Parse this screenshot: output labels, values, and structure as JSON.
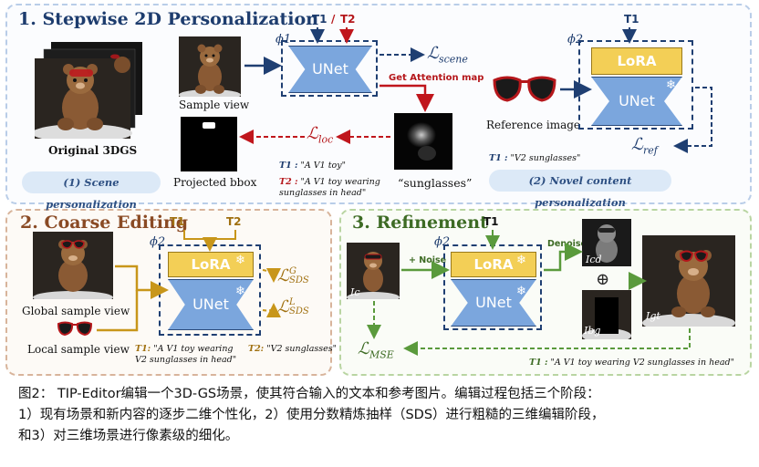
{
  "panel1": {
    "title": "1. Stepwise 2D Personalization",
    "original_label": "Original 3DGS",
    "sample_view": "Sample view",
    "projected_bbox": "Projected bbox",
    "scene_pill": "(1) Scene personalization",
    "novel_pill": "(2) Novel content personalization",
    "phi1": "ϕ1",
    "phi2": "ϕ2",
    "t1": "T1",
    "t2": "T2",
    "slash": "/",
    "unet": "UNet",
    "lora": "LoRA",
    "loss_scene": "scene",
    "loss_loc": "loc",
    "loss_ref": "ref",
    "attention": "Get Attention map",
    "sunglasses_word": "“sunglasses”",
    "reference_image": "Reference image",
    "t1_prompt_key": "T1 :",
    "t1_prompt": "\"A V1 toy\"",
    "t2_prompt_key": "T2 :",
    "t2_prompt": "\"A V1 toy wearing sunglasses in head\"",
    "ref_prompt_key": "T1 :",
    "ref_prompt": "\"V2 sunglasses\""
  },
  "panel2": {
    "title": "2. Coarse Editing",
    "global_view": "Global sample view",
    "local_view": "Local sample view",
    "phi2": "ϕ2",
    "t1": "T1",
    "t2": "T2",
    "lora": "LoRA",
    "unet": "UNet",
    "loss_g_sup": "G",
    "loss_l_sup": "L",
    "loss_sub": "SDS",
    "t1_prompt_key": "T1:",
    "t1_prompt": "\"A V1 toy wearing V2 sunglasses in head\"",
    "t2_prompt_key": "T2:",
    "t2_prompt": "\"V2 sunglasses\""
  },
  "panel3": {
    "title": "3. Refinement",
    "noise": "+ Noise",
    "denoise": "Denoise",
    "phi2": "ϕ2",
    "t1": "T1",
    "lora": "LoRA",
    "unet": "UNet",
    "ic": "Ic",
    "icd": "Icd",
    "ibg": "Ibg",
    "igt": "Igt",
    "loss_mse": "MSE",
    "oplus": "⊕",
    "t1_prompt_key": "T1 :",
    "t1_prompt": "\"A V1 toy wearing V2 sunglasses in head\""
  },
  "caption": {
    "line1": "图2： TIP-Editor编辑一个3D-GS场景，使其符合输入的文本和参考图片。编辑过程包括三个阶段：",
    "line2": "1）现有场景和新内容的逐步二维个性化，2）使用分数精炼抽样（SDS）进行粗糙的三维编辑阶段，",
    "line3": "和3）对三维场景进行像素级的细化。"
  },
  "colors": {
    "panel1_border": "#b9cde8",
    "panel2_border": "#d8b49b",
    "panel3_border": "#b9d5a2",
    "unet_fill": "#7ba6dd",
    "lora_fill": "#f3cf56",
    "arrow_navy": "#1f3f72",
    "arrow_red": "#c0161c",
    "arrow_gold": "#c8961a",
    "arrow_green": "#5a9a3c"
  },
  "icons": [
    "teddy-bear-image",
    "sunglasses-image",
    "snowflake-icon",
    "attention-map-image",
    "bbox-mask-image"
  ]
}
